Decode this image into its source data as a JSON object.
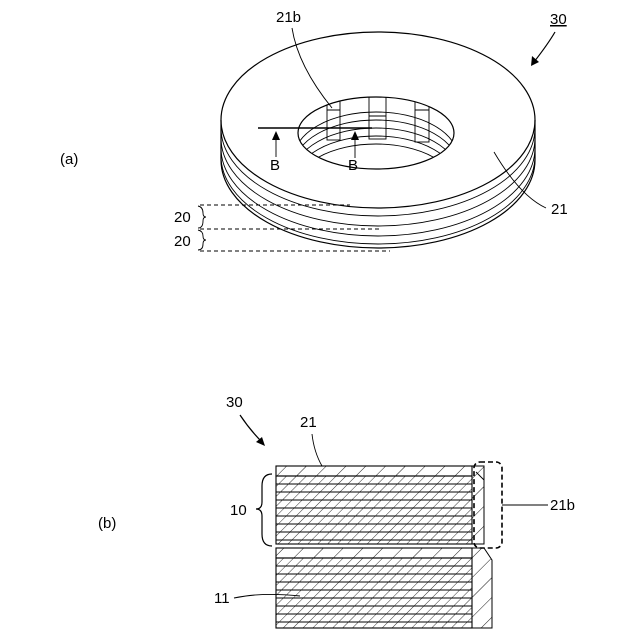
{
  "panel_a": {
    "panel_label": "(a)",
    "ref_30": "30",
    "ref_21b": "21b",
    "ref_21": "21",
    "section_arrow_left": "B",
    "section_arrow_right": "B",
    "ref_20_upper": "20",
    "ref_20_lower": "20"
  },
  "panel_b": {
    "panel_label": "(b)",
    "ref_30": "30",
    "ref_21": "21",
    "ref_10": "10",
    "ref_11": "11",
    "ref_21b": "21b"
  }
}
